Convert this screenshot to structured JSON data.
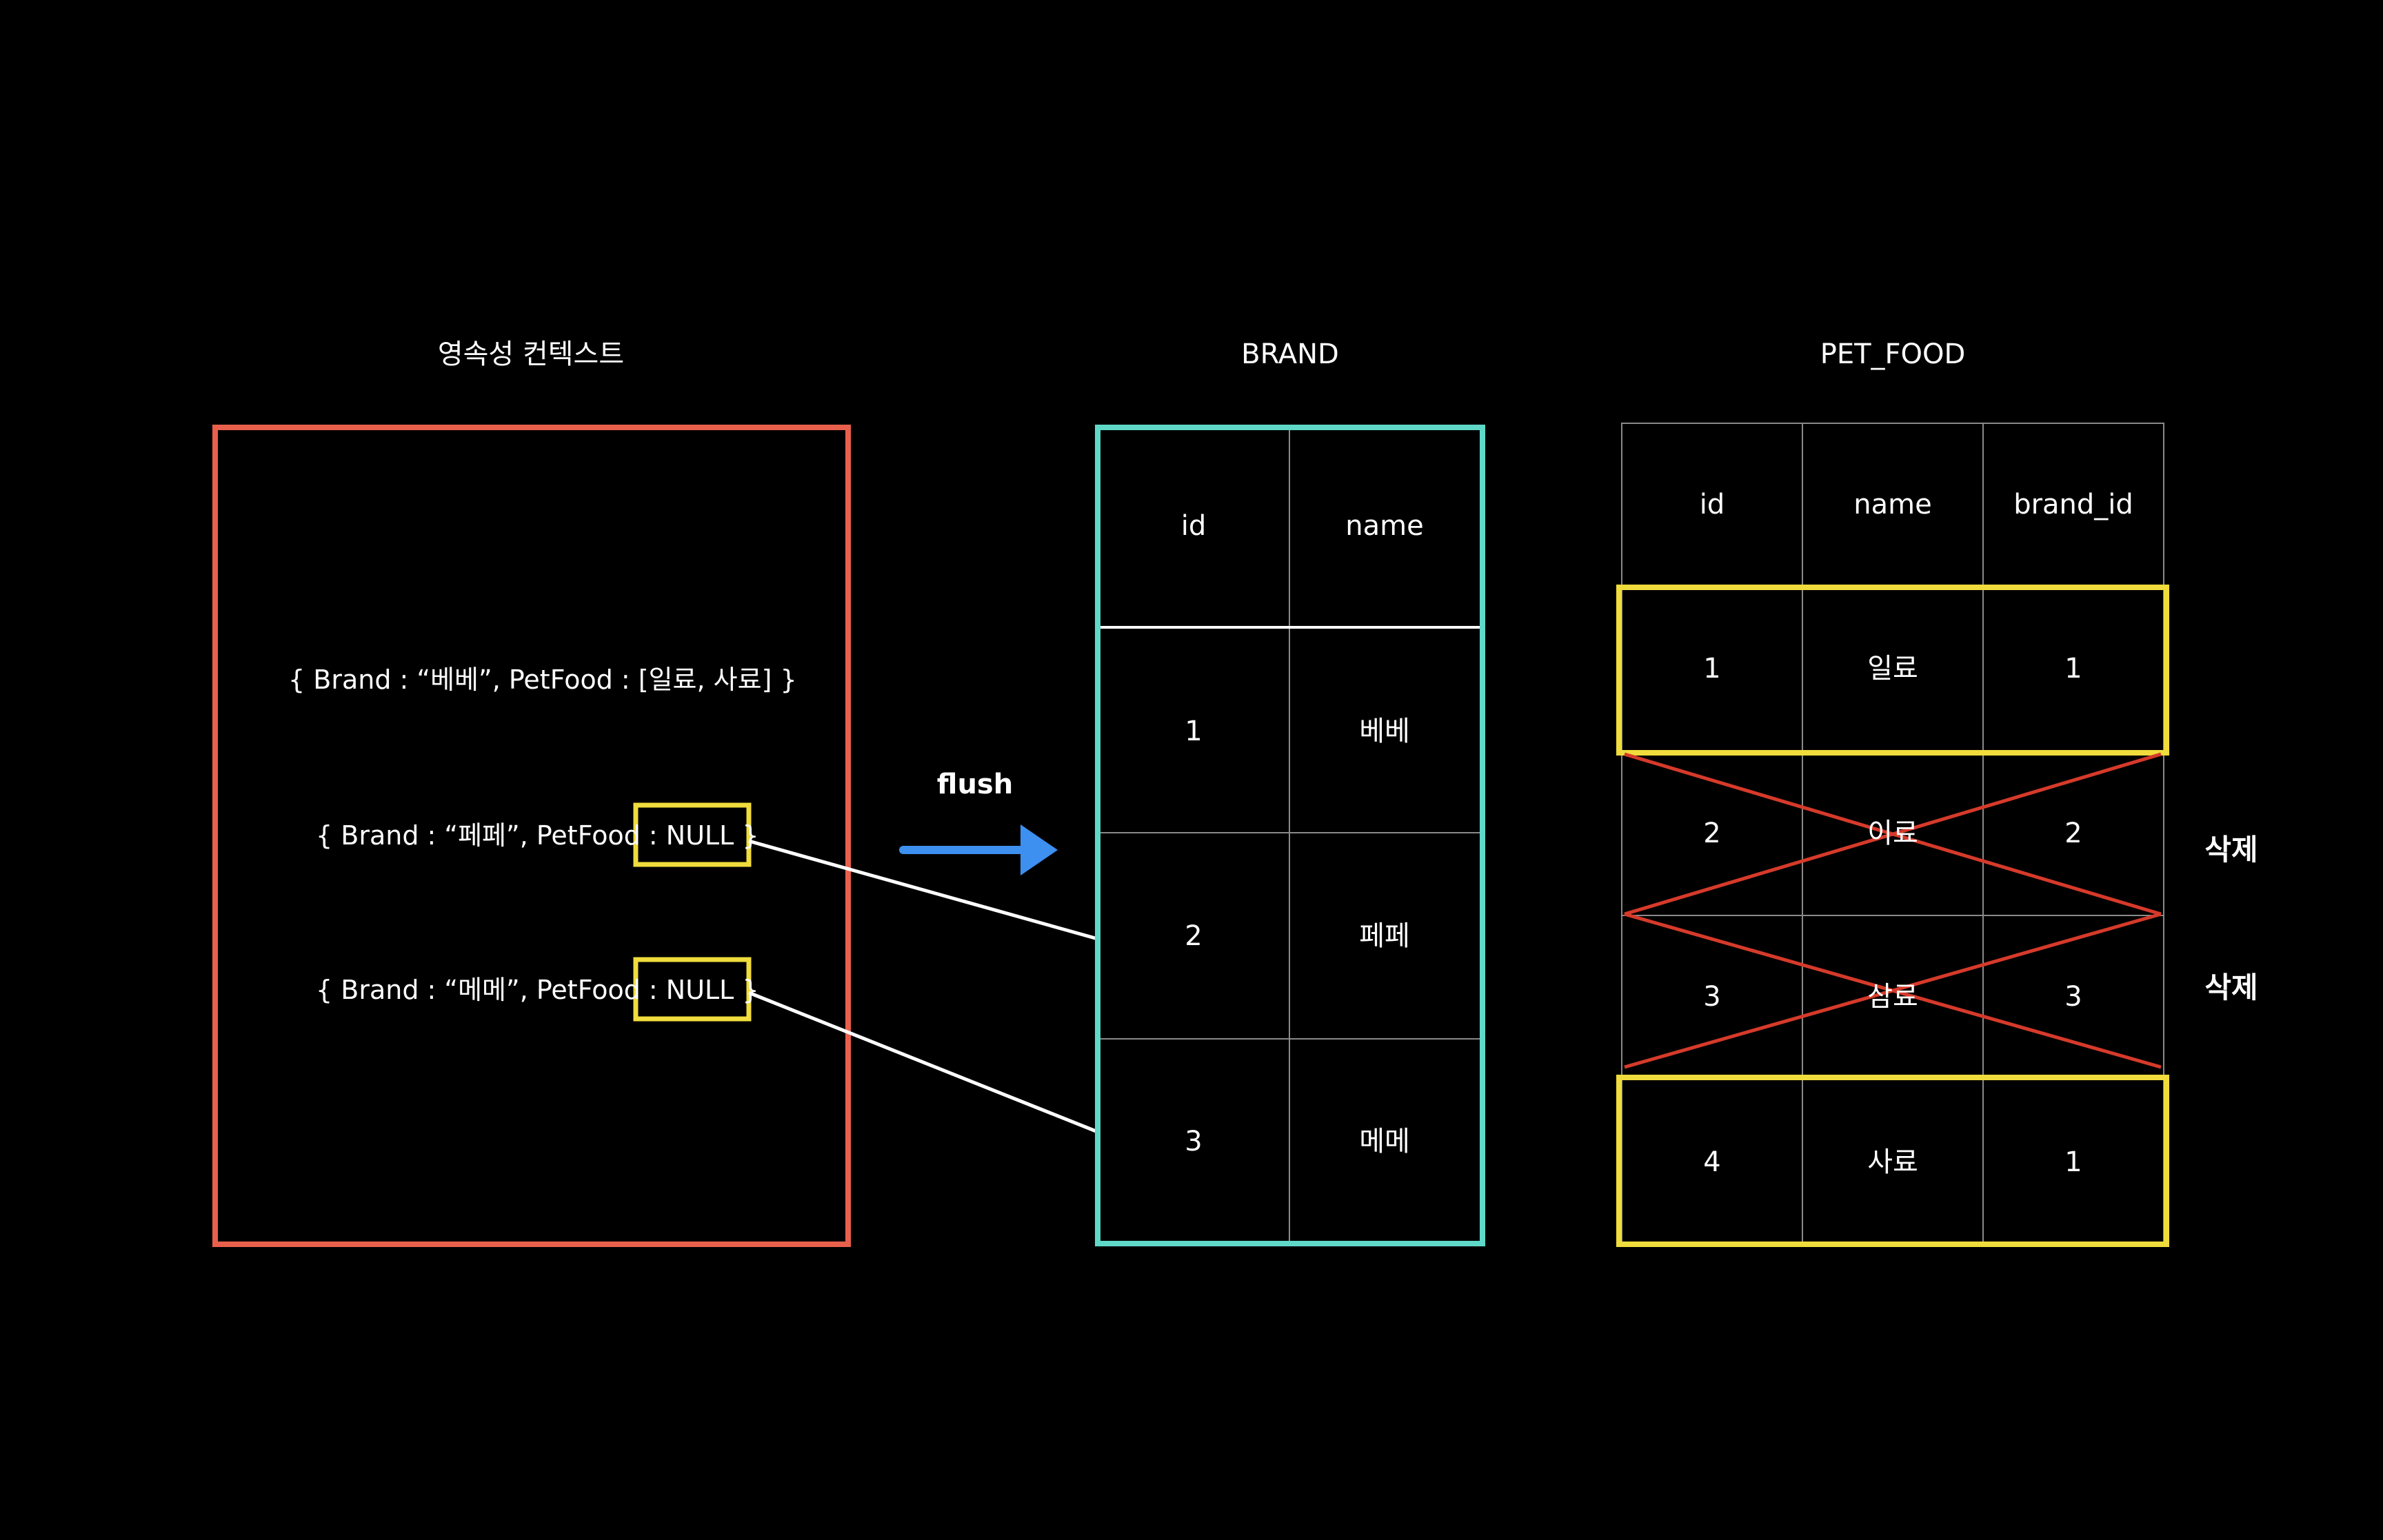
{
  "titles": {
    "persistence_context": "영속성 컨텍스트",
    "brand": "BRAND",
    "pet_food": "PET_FOOD"
  },
  "persistence_context": {
    "entries": [
      "{ Brand : “베베”, PetFood : [일료, 사료] }",
      "{ Brand : “페페”, PetFood : NULL }",
      "{ Brand : “메메”, PetFood : NULL }"
    ]
  },
  "flush_label": "flush",
  "brand_table": {
    "headers": [
      "id",
      "name"
    ],
    "rows": [
      [
        "1",
        "베베"
      ],
      [
        "2",
        "페페"
      ],
      [
        "3",
        "메메"
      ]
    ]
  },
  "pet_food_table": {
    "headers": [
      "id",
      "name",
      "brand_id"
    ],
    "rows": [
      [
        "1",
        "일료",
        "1"
      ],
      [
        "2",
        "이료",
        "2"
      ],
      [
        "3",
        "삼료",
        "3"
      ],
      [
        "4",
        "사료",
        "1"
      ]
    ]
  },
  "delete_labels": [
    "삭제",
    "삭제"
  ],
  "colors": {
    "background": "#000000",
    "persistence_box": "#e8604c",
    "brand_box": "#5fd8c8",
    "highlight": "#f0dc3c",
    "cross": "#d63a2a",
    "arrow": "#3d8ff0",
    "text": "#ffffff",
    "grid": "#8a8a8a"
  }
}
